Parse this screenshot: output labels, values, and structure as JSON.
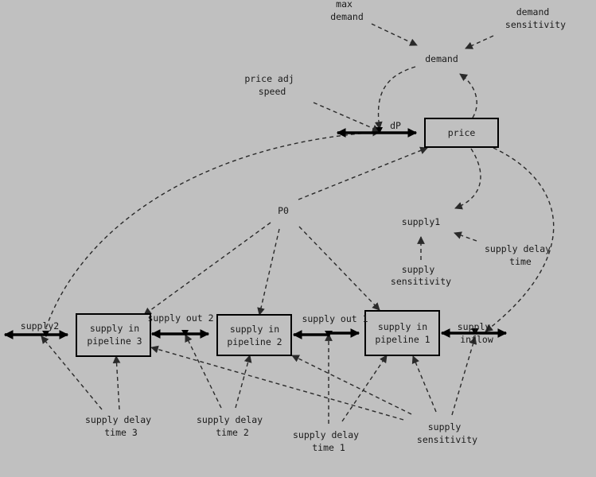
{
  "stocks": [
    {
      "id": "price",
      "lines": [
        "price"
      ]
    },
    {
      "id": "pipe3",
      "lines": [
        "supply in",
        "pipeline 3"
      ]
    },
    {
      "id": "pipe2",
      "lines": [
        "supply in",
        "pipeline 2"
      ]
    },
    {
      "id": "pipe1",
      "lines": [
        "supply in",
        "pipeline 1"
      ]
    }
  ],
  "flows": [
    {
      "id": "dP",
      "label": "dP"
    },
    {
      "id": "supply2",
      "label": "supply2"
    },
    {
      "id": "supplyout2",
      "label": "supply out 2"
    },
    {
      "id": "supplyout1",
      "label": "supply out 1"
    },
    {
      "id": "inflow",
      "lines": [
        "supply",
        "inflow"
      ]
    }
  ],
  "variables": [
    {
      "id": "maxdemand",
      "lines": [
        "max",
        "demand"
      ]
    },
    {
      "id": "demandsens",
      "lines": [
        "demand",
        "sensitivity"
      ]
    },
    {
      "id": "demand",
      "lines": [
        "demand"
      ]
    },
    {
      "id": "priceadj",
      "lines": [
        "price adj",
        "speed"
      ]
    },
    {
      "id": "P0",
      "lines": [
        "P0"
      ]
    },
    {
      "id": "supply1",
      "lines": [
        "supply1"
      ]
    },
    {
      "id": "supplysens1",
      "lines": [
        "supply",
        "sensitivity"
      ]
    },
    {
      "id": "supplydelaytime",
      "lines": [
        "supply delay",
        "time"
      ]
    },
    {
      "id": "delay3",
      "lines": [
        "supply delay",
        "time 3"
      ]
    },
    {
      "id": "delay2",
      "lines": [
        "supply delay",
        "time 2"
      ]
    },
    {
      "id": "delay1",
      "lines": [
        "supply delay",
        "time 1"
      ]
    },
    {
      "id": "supplysens2",
      "lines": [
        "supply",
        "sensitivity"
      ]
    }
  ]
}
